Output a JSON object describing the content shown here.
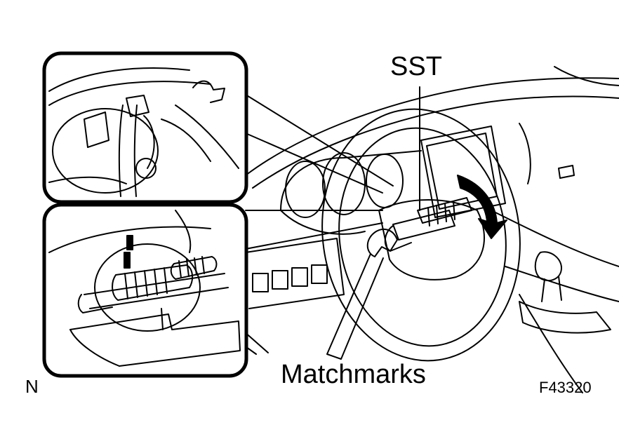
{
  "labels": {
    "sst": "SST",
    "matchmarks": "Matchmarks",
    "corner_mark": "N",
    "figure_code": "F43320"
  },
  "colors": {
    "line": "#000000",
    "background": "#ffffff"
  },
  "icons": {
    "rotation_arrow": "curved-arrow-icon"
  }
}
